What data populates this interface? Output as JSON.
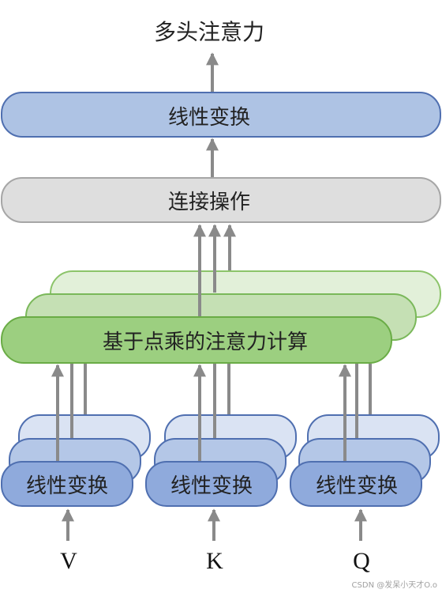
{
  "title": "多头注意力",
  "blocks": {
    "top_linear": "线性变换",
    "concat": "连接操作",
    "attention": "基于点乘的注意力计算"
  },
  "branches": [
    {
      "linear_label": "线性变换",
      "input_label": "V"
    },
    {
      "linear_label": "线性变换",
      "input_label": "K"
    },
    {
      "linear_label": "线性变换",
      "input_label": "Q"
    }
  ],
  "watermark": "CSDN @发呆小天才O.o",
  "colors": {
    "blue_fill": "#aec3e4",
    "blue_stroke": "#4f6fb0",
    "gray_fill": "#dedede",
    "gray_stroke": "#a6a6a6",
    "green_fill": "#9ccf80",
    "green_stroke": "#6aac46",
    "arrow": "#8a8a8a"
  }
}
